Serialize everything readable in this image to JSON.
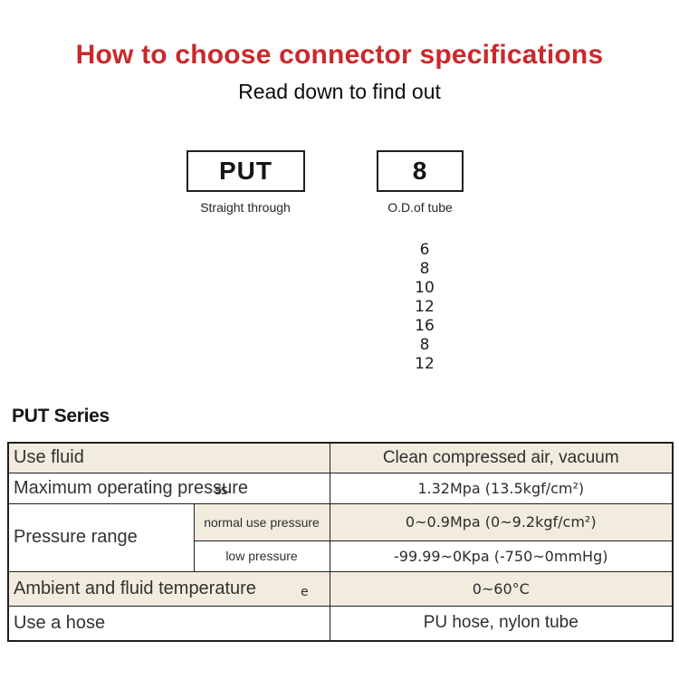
{
  "page": {
    "title": "How to choose connector specifications",
    "subtitle": "Read down to find out"
  },
  "selector": {
    "boxes": [
      {
        "code": "PUT",
        "caption": "Straight through"
      },
      {
        "code": "8",
        "caption": "O.D.of tube"
      }
    ],
    "tube_sizes": [
      "6",
      "8",
      "10",
      "12",
      "16",
      "8",
      "12"
    ]
  },
  "series_heading": "PUT Series",
  "spec_table": {
    "rows": [
      {
        "label": "Use fluid",
        "value": "Clean compressed air, vacuum"
      },
      {
        "label": "Maximum operating pressure",
        "value": "1.32Mpa  (13.5kgf/cm²)"
      },
      {
        "label": "Pressure range",
        "sub_label": "normal use pressure",
        "value": "0~0.9Mpa  (0~9.2kgf/cm²)"
      },
      {
        "sub_label": "low pressure",
        "value": "-99.99~0Kpa  (-750~0mmHg)"
      },
      {
        "label": "Ambient and fluid temperature",
        "value": "0~60°C"
      },
      {
        "label": "Use a hose",
        "value": "PU hose, nylon tube"
      }
    ]
  },
  "artifacts": {
    "pressure_overlap": "ss",
    "temperature_stray": "e"
  },
  "colors": {
    "title_red": "#ca292c",
    "row_shade": "#f2ecdf",
    "table_border": "#1f1f1f"
  }
}
